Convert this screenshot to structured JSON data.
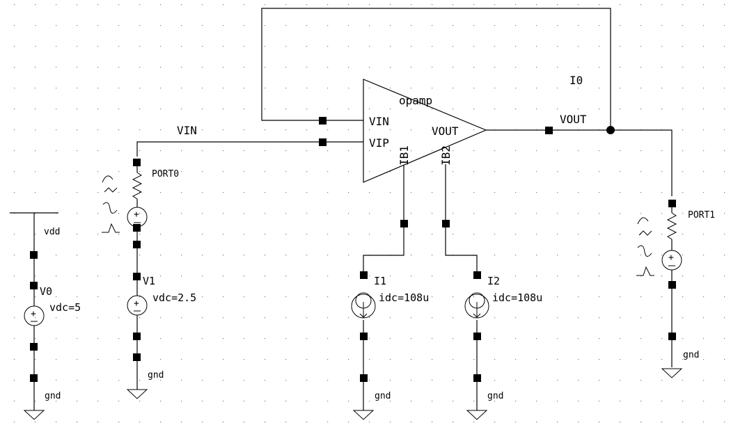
{
  "opamp": {
    "name": "opamp",
    "pin_vin": "VIN",
    "pin_vip": "VIP",
    "pin_vout": "VOUT",
    "pin_ib1": "IB1",
    "pin_ib2": "IB2"
  },
  "nets": {
    "vin": "VIN",
    "vout": "VOUT",
    "feedback_instance": "I0"
  },
  "port0": {
    "name": "PORT0"
  },
  "port1": {
    "name": "PORT1"
  },
  "v0": {
    "name": "V0",
    "param": "vdc=5",
    "top_net": "vdd",
    "ground": "gnd"
  },
  "v1": {
    "name": "V1",
    "param": "vdc=2.5",
    "ground": "gnd"
  },
  "i1": {
    "name": "I1",
    "param": "idc=108u",
    "ground": "gnd"
  },
  "i2": {
    "name": "I2",
    "param": "idc=108u",
    "ground": "gnd"
  },
  "port1_ground": "gnd",
  "colors": {
    "background": "#ffffff",
    "wire": "#000000",
    "grid_dot": "#7a7a7a"
  }
}
